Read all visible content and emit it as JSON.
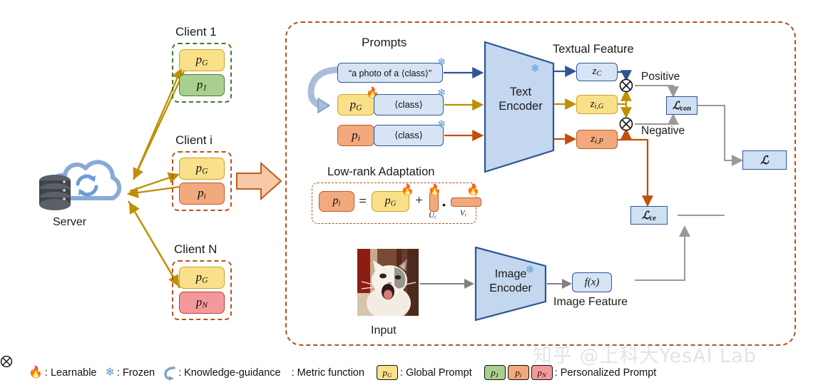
{
  "federated": {
    "server_label": "Server",
    "server_icon": "cloud-database-icon",
    "clients": [
      {
        "title": "Client 1",
        "global_prompt": "pG",
        "personal_prompt": "p1",
        "border": "#3f7a2e",
        "personal_color": "#a8cf8e"
      },
      {
        "title": "Client i",
        "global_prompt": "pG",
        "personal_prompt": "pi",
        "border": "#b5531c",
        "personal_color": "#f2a97e"
      },
      {
        "title": "Client N",
        "global_prompt": "pG",
        "personal_prompt": "pN",
        "border": "#b5531c",
        "personal_color": "#f4999b"
      }
    ],
    "transition_arrow": "right-arrow-icon"
  },
  "main": {
    "prompts_title": "Prompts",
    "rows": [
      {
        "text_box": "“a photo of a ⟨class⟩”",
        "prefix": null,
        "frozen": true,
        "learnable": false
      },
      {
        "text_box": "⟨class⟩",
        "prefix": "pG",
        "frozen": true,
        "learnable": true
      },
      {
        "text_box": "⟨class⟩",
        "prefix": "pi",
        "frozen": true,
        "learnable": false
      }
    ],
    "knowledge_guidance_icon": "curved-arrow-icon",
    "lora": {
      "title": "Low-rank Adaptation",
      "lhs": "pi",
      "equals": "=",
      "rhs1": "pG",
      "plus": "+",
      "u_label": "Ui",
      "dot": "•",
      "v_label": "Vi"
    },
    "text_encoder": {
      "line1": "Text",
      "line2": "Encoder",
      "frozen": true
    },
    "image_encoder": {
      "line1": "Image",
      "line2": "Encoder",
      "frozen": true
    },
    "input_label": "Input",
    "input_image": "cat-photo",
    "textual_feature_title": "Textual Feature",
    "image_feature_title": "Image Feature",
    "features": [
      {
        "name": "zC",
        "color": "blue"
      },
      {
        "name": "zi,G",
        "color": "yellow"
      },
      {
        "name": "zi,P",
        "color": "orange"
      }
    ],
    "image_feature": "f(x)",
    "metric_icon": "circled-times-icon",
    "positive_label": "Positive",
    "negative_label": "Negative",
    "losses": {
      "con": "ℒcon",
      "ce": "ℒce",
      "total": "ℒ"
    }
  },
  "legend": {
    "items": [
      {
        "icon": "fire-icon",
        "label": ": Learnable"
      },
      {
        "icon": "snowflake-icon",
        "label": ": Frozen"
      },
      {
        "icon": "curved-arrow-icon",
        "label": ": Knowledge-guidance"
      },
      {
        "icon": "circled-times-icon",
        "label": ": Metric function"
      },
      {
        "icon": "chip-pG",
        "label": ": Global Prompt"
      },
      {
        "icon": "chips-personalized",
        "label": ": Personalized Prompt"
      }
    ],
    "global_prompt_chip": "pG",
    "personalized_chips": [
      "p1",
      "pi",
      "pN"
    ]
  },
  "watermark": "知乎 @上科大YesAI Lab",
  "colors": {
    "accent_orange": "#b5531c",
    "yellow": "#fbe08a",
    "green": "#a8cf8e",
    "orange": "#f2a97e",
    "red": "#f4999b",
    "blue": "#cfe0f3",
    "arrow_gray": "#808080",
    "arrow_gold": "#bf9000"
  }
}
